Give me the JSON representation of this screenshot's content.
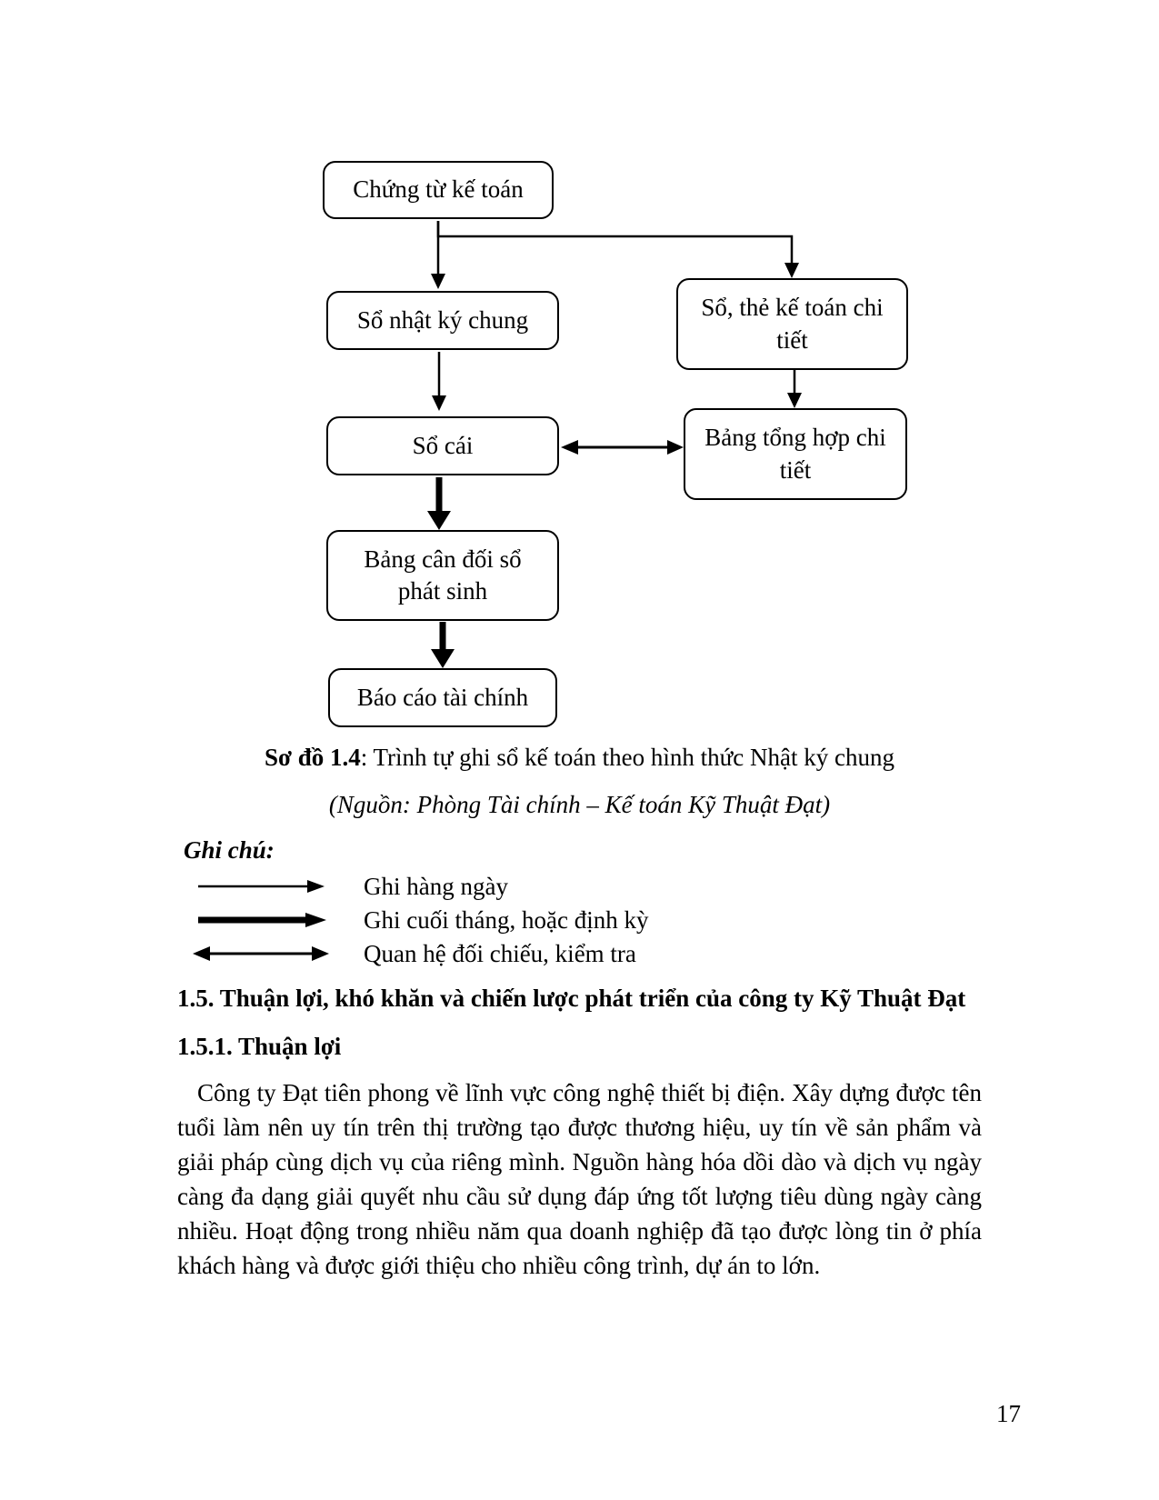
{
  "document": {
    "page_number": "17"
  },
  "flowchart": {
    "boxes": [
      {
        "id": "chung-tu-ke-toan",
        "label": "Chứng từ kế toán"
      },
      {
        "id": "so-nhat-ky-chung",
        "label": "Sổ nhật ký chung"
      },
      {
        "id": "so-the-ke-toan-chi-tiet",
        "label": "Sổ, thẻ kế toán chi tiết"
      },
      {
        "id": "so-cai",
        "label": "Sổ cái"
      },
      {
        "id": "bang-tong-hop-chi-tiet",
        "label": "Bảng tổng hợp chi tiết"
      },
      {
        "id": "bang-can-doi-so-phat-sinh",
        "label": "Bảng cân đối sổ phát sinh"
      },
      {
        "id": "bao-cao-tai-chinh",
        "label": "Báo cáo tài chính"
      }
    ]
  },
  "caption": {
    "title_bold": "Sơ đồ 1.4",
    "title_rest": ": Trình tự ghi sổ kế toán theo hình thức Nhật ký chung",
    "source": "(Nguồn: Phòng Tài chính – Kế toán Kỹ Thuật Đạt)"
  },
  "legend": {
    "title": "Ghi chú:",
    "items": [
      {
        "arrow": "thin-right-arrow",
        "label": "Ghi hàng ngày"
      },
      {
        "arrow": "thick-right-arrow",
        "label": "Ghi cuối tháng, hoặc định kỳ"
      },
      {
        "arrow": "double-headed-arrow",
        "label": "Quan hệ đối chiếu, kiểm tra"
      }
    ]
  },
  "sections": {
    "heading": "1.5. Thuận lợi, khó khăn và chiến lược phát triển của công ty Kỹ Thuật Đạt",
    "subheading": "1.5.1. Thuận lợi",
    "paragraph": "Công ty Đạt tiên phong về lĩnh vực công nghệ thiết bị điện. Xây dựng được tên tuổi làm nên uy tín trên thị trường tạo được thương hiệu, uy tín về sản phẩm và giải pháp cùng dịch vụ của riêng mình. Nguồn hàng hóa dồi dào và dịch vụ ngày càng đa dạng giải quyết nhu cầu sử dụng đáp ứng tốt lượng tiêu dùng ngày càng nhiều. Hoạt động trong nhiều năm qua doanh nghiệp đã tạo được lòng tin ở phía khách hàng và được giới thiệu cho nhiều công trình, dự án to lớn."
  },
  "colors": {
    "text": "#000000",
    "background": "#ffffff",
    "box_border": "#000000",
    "arrow": "#000000"
  }
}
